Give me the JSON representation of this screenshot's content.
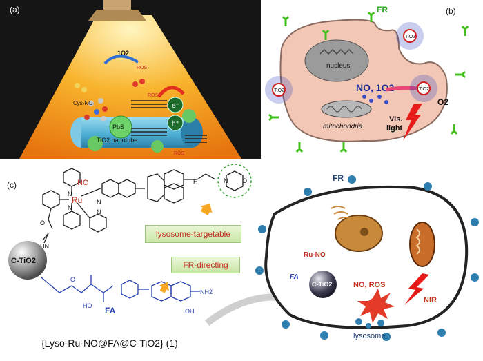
{
  "panel_a": {
    "label": "(a)",
    "species_top": "1O2",
    "ros_1": "ROS",
    "ros_2": "ROS",
    "ros_3": "ROS",
    "cys_no": "Cys-NO",
    "pbs": "PbS",
    "tio2_nanotube": "TiO2 nanotube",
    "electron": "e⁻",
    "hole": "h⁺"
  },
  "panel_b": {
    "label": "(b)",
    "fr": "FR",
    "nucleus": "nucleus",
    "species": "NO, 1O2",
    "mitochondria": "mitochondria",
    "oxygen": "O2",
    "vis_light": "Vis.\nlight",
    "tio2": "TiO2"
  },
  "panel_c": {
    "label": "(c)",
    "no": "NO",
    "ru": "Ru",
    "c_tio2": "C-TiO2",
    "fa": "FA",
    "nh2": "NH2",
    "oh": "OH",
    "ho": "HO",
    "hn": "HN",
    "o": "O",
    "n": "N",
    "h": "H",
    "lysosome_targetable": "lysosome-targetable",
    "fr_directing": "FR-directing",
    "compound": "{Lyso-Ru-NO@FA@C-TiO2} (1)",
    "cell_fr": "FR",
    "cell_ru_no": "Ru-NO",
    "cell_fa": "FA",
    "cell_c_tio2": "C-TiO2",
    "cell_no_ros": "NO, ROS",
    "cell_nir": "NIR",
    "cell_lysosome": "lysosome"
  },
  "colors": {
    "cell_body_b": "#f2c7b6",
    "light_cone": "#f5a623",
    "receptor": "#43c01e",
    "tio2_red": "#d11f1f",
    "fa_blue": "#2740b0",
    "text_red": "#c0301e"
  }
}
